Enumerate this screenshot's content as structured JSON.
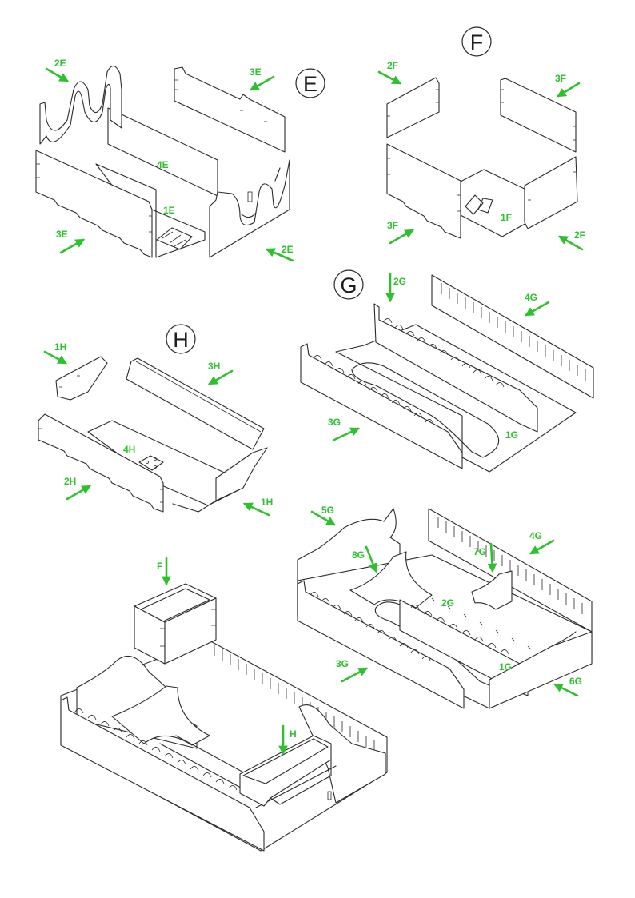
{
  "steps": [
    {
      "id": "E",
      "letter": "E"
    },
    {
      "id": "F",
      "letter": "F"
    },
    {
      "id": "G",
      "letter": "G"
    },
    {
      "id": "H",
      "letter": "H"
    }
  ],
  "labels": {
    "e_2e_top": "2E",
    "e_3e_top": "3E",
    "e_4e": "4E",
    "e_1e": "1E",
    "e_3e_bottom": "3E",
    "e_2e_bottom": "2E",
    "f_2f_top": "2F",
    "f_3f_top": "3F",
    "f_3f_bottom": "3F",
    "f_1f": "1F",
    "f_2f_bottom": "2F",
    "g_2g": "2G",
    "g_4g": "4G",
    "g_3g": "3G",
    "g_1g": "1G",
    "h_1h_top": "1H",
    "h_3h": "3H",
    "h_4h": "4H",
    "h_2h": "2H",
    "h_1h_bottom": "1H",
    "g2_5g": "5G",
    "g2_4g": "4G",
    "g2_8g": "8G",
    "g2_7g": "7G",
    "g2_2g": "2G",
    "g2_3g": "3G",
    "g2_1g": "1G",
    "g2_6g": "6G",
    "final_f": "F",
    "final_h": "H"
  },
  "colors": {
    "accent": "#2fbf2f",
    "line": "#2a2a2a",
    "background": "#ffffff"
  }
}
